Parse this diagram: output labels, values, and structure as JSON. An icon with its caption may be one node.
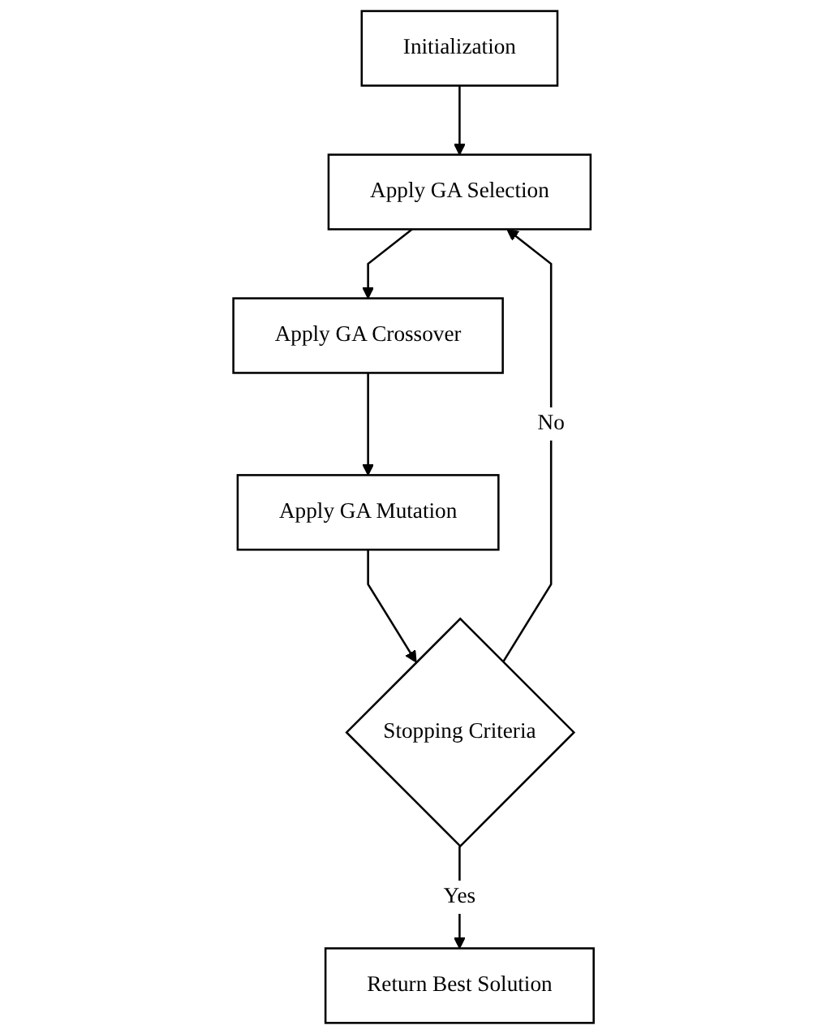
{
  "diagram": {
    "nodes": [
      {
        "text": [
          "Initialization"
        ]
      },
      {
        "text": [
          "Apply GA Selection"
        ]
      },
      {
        "text": [
          "Apply GA Crossover"
        ]
      },
      {
        "text": [
          "Apply GA Mutation"
        ]
      },
      {
        "text": [
          "Stopping Criteria"
        ]
      },
      {
        "text": [
          "Return Best Solution"
        ]
      }
    ],
    "edges": [
      {
        "from": 0,
        "to": 1,
        "arrow": "to"
      },
      {
        "from": 1,
        "to": 2,
        "arrow": "to"
      },
      {
        "from": 2,
        "to": 3,
        "arrow": "to"
      },
      {
        "from": 3,
        "to": 4,
        "arrow": "to"
      },
      {
        "from": 4,
        "to": 1,
        "arrow": "to",
        "label": "No"
      },
      {
        "from": 4,
        "to": 5,
        "arrow": "to",
        "label": "Yes"
      }
    ]
  }
}
